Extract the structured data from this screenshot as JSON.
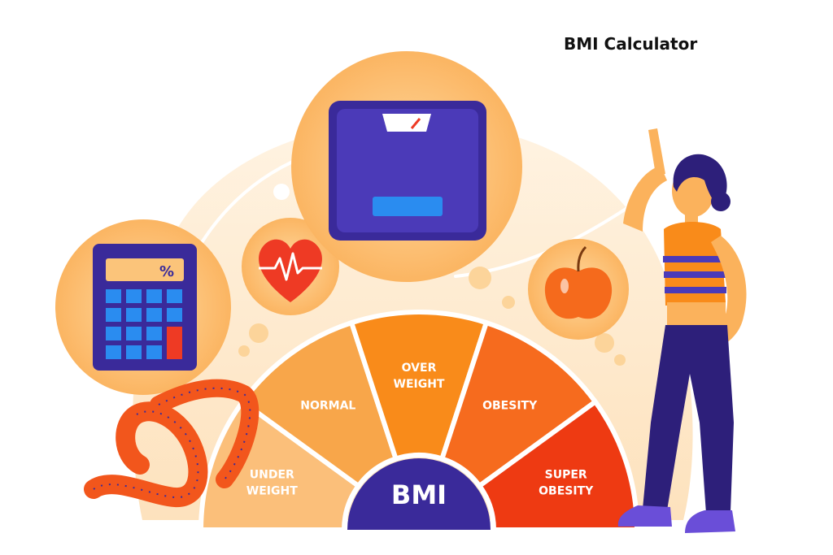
{
  "title": "BMI Calculator",
  "gauge": {
    "center_label": "BMI",
    "segments": [
      {
        "line1": "UNDER",
        "line2": "WEIGHT",
        "color": "#fbbf7a"
      },
      {
        "line1": "NORMAL",
        "line2": "",
        "color": "#f8a64a"
      },
      {
        "line1": "OVER",
        "line2": "WEIGHT",
        "color": "#f98b1a"
      },
      {
        "line1": "OBESITY",
        "line2": "",
        "color": "#f66b1e"
      },
      {
        "line1": "SUPER",
        "line2": "OBESITY",
        "color": "#ee3a12"
      }
    ]
  },
  "icons": {
    "calculator_display": "%",
    "items": [
      "calculator-icon",
      "heart-icon",
      "scale-icon",
      "apple-icon",
      "tape-measure-icon",
      "woman-figure"
    ]
  },
  "colors": {
    "orange": "#f98b1a",
    "purple": "#3a2a9a",
    "blue": "#2a8cf0",
    "cream": "#fde6c4"
  }
}
